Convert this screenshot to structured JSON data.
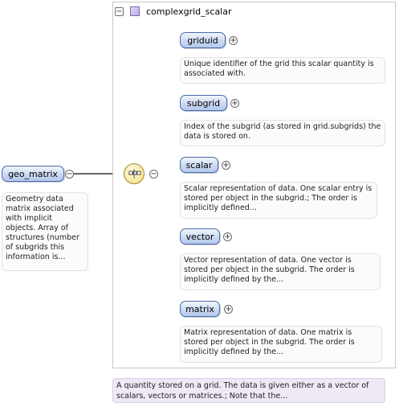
{
  "complex_type": {
    "name": "complexgrid_scalar",
    "collapse_symbol": "−",
    "icon": "type-square-icon",
    "documentation": "A quantity stored on a grid. The data is given either as a vector of scalars, vectors or matrices.; Note that the..."
  },
  "root": {
    "name": "geo_matrix",
    "collapse_symbol": "−",
    "documentation": "Geometry data matrix associated with implicit objects. Array of structures (number of subgrids this information is..."
  },
  "sequence": {
    "icon": "sequence-compositor-icon",
    "collapse_symbol": "−"
  },
  "children": [
    {
      "name": "griduid",
      "expand_symbol": "+",
      "documentation": "Unique identifier of the grid this scalar quantity is associated with."
    },
    {
      "name": "subgrid",
      "expand_symbol": "+",
      "documentation": "Index of the subgrid (as stored in grid.subgrids) the data is stored on."
    },
    {
      "name": "scalar",
      "expand_symbol": "+",
      "documentation": "Scalar representation of data. One scalar entry is stored per object in the subgrid.; The order is implicitly defined..."
    },
    {
      "name": "vector",
      "expand_symbol": "+",
      "documentation": "Vector representation of data. One vector is stored per object in the subgrid. The order is implicitly defined by the..."
    },
    {
      "name": "matrix",
      "expand_symbol": "+",
      "documentation": "Matrix representation of data. One matrix is stored per object in the subgrid. The order is implicitly defined by the..."
    }
  ]
}
